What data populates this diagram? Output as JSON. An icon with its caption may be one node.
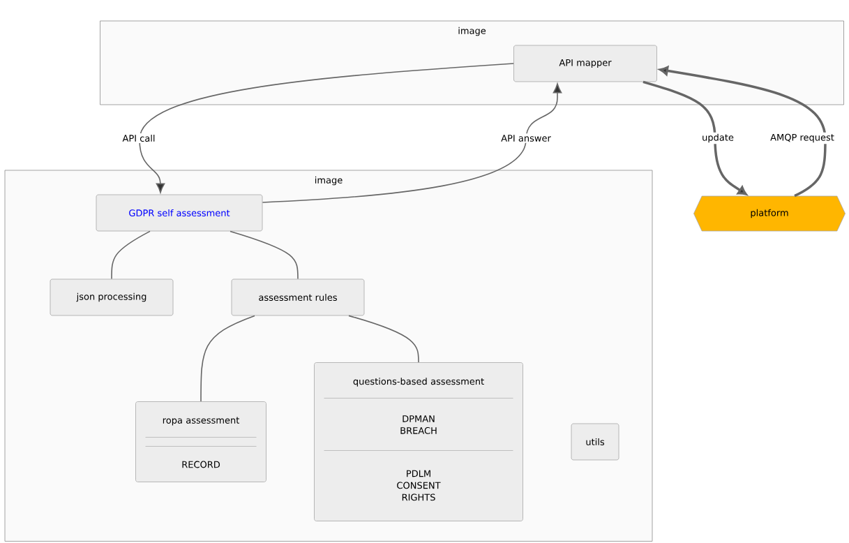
{
  "diagram": {
    "nodes": [
      {
        "text": [
          "image"
        ]
      },
      {
        "text": [
          "API mapper"
        ],
        "in": 0
      },
      {
        "text": [
          "image"
        ]
      },
      {
        "text": [
          "GDPR self assessment"
        ],
        "in": 2
      },
      {
        "text": [
          "json processing"
        ],
        "in": 2
      },
      {
        "text": [
          "assessment rules"
        ],
        "in": 2
      },
      {
        "text": [
          "ropa assessment",
          "RECORD"
        ],
        "in": 2
      },
      {
        "text": [
          "questions-based assessment",
          "DPMAN BREACH",
          "PDLM CONSENT RIGHTS"
        ],
        "in": 2
      },
      {
        "text": [
          "utils"
        ],
        "in": 2
      },
      {
        "text": [
          "platform"
        ]
      }
    ],
    "edges": [
      {
        "from": 1,
        "to": 3,
        "arrow": "to",
        "label": "API call"
      },
      {
        "from": 3,
        "to": 1,
        "arrow": "to",
        "label": "API answer"
      },
      {
        "from": 1,
        "to": 9,
        "arrow": "to",
        "label": "update",
        "style": "thick"
      },
      {
        "from": 9,
        "to": 1,
        "arrow": "to",
        "label": "AMQP request",
        "style": "thick"
      },
      {
        "from": 3,
        "to": 4,
        "arrow": "none"
      },
      {
        "from": 3,
        "to": 5,
        "arrow": "none"
      },
      {
        "from": 5,
        "to": 6,
        "arrow": "none"
      },
      {
        "from": 5,
        "to": 7,
        "arrow": "none"
      }
    ]
  }
}
